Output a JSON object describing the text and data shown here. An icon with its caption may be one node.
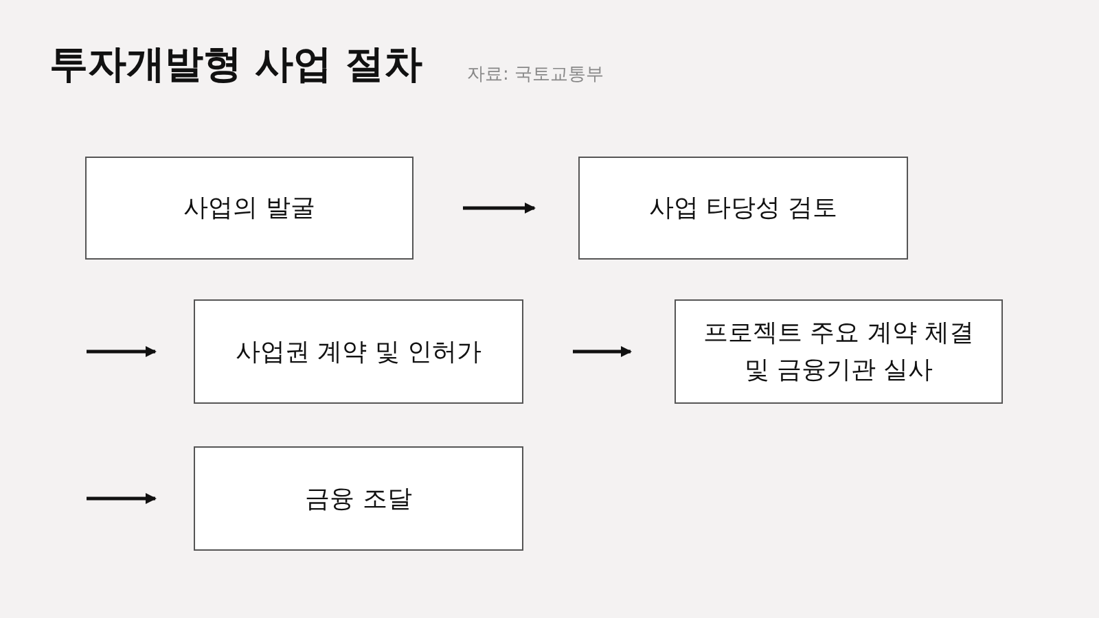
{
  "diagram": {
    "title": "투자개발형 사업 절차",
    "nodes": [
      {
        "text": [
          "사업의 발굴"
        ]
      },
      {
        "text": [
          "사업 타당성 검토"
        ]
      },
      {
        "text": [
          "사업권 계약 및 인허가"
        ]
      },
      {
        "text": [
          "프로젝트 주요 계약 체결 및 금융기관 실사"
        ]
      },
      {
        "text": [
          "금융 조달"
        ]
      }
    ],
    "edges": [
      {
        "from": 0,
        "to": 1,
        "arrow": "to"
      },
      {
        "from": null,
        "to": 2,
        "arrow": "to"
      },
      {
        "from": 2,
        "to": 3,
        "arrow": "to"
      },
      {
        "from": null,
        "to": 4,
        "arrow": "to"
      }
    ],
    "labels": [
      "자료: 국토교통부"
    ]
  }
}
